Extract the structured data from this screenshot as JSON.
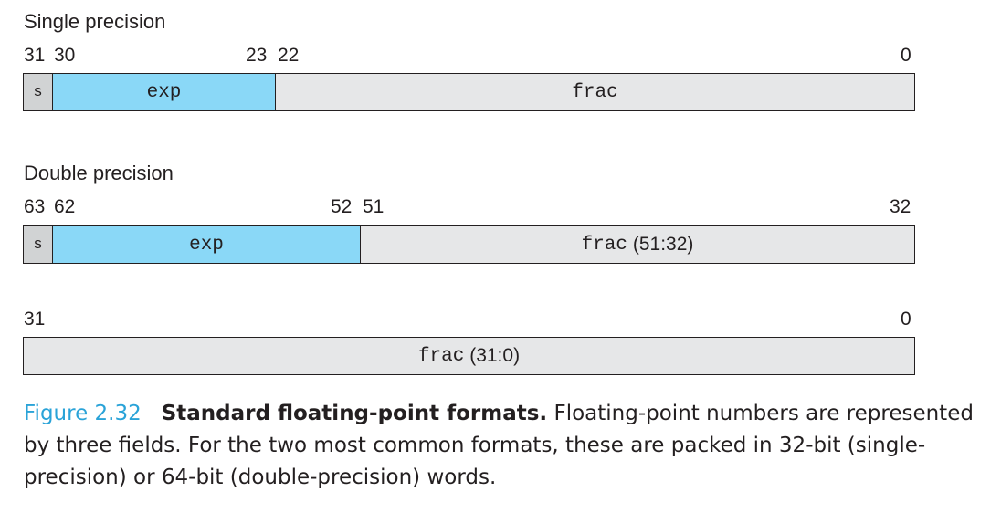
{
  "single": {
    "title": "Single precision",
    "bits": [
      "31",
      "30",
      "23",
      "22",
      "0"
    ],
    "fields": {
      "s": "s",
      "exp": "exp",
      "frac": "frac"
    }
  },
  "double": {
    "title": "Double precision",
    "bits_hi": [
      "63",
      "62",
      "52",
      "51",
      "32"
    ],
    "fields_hi": {
      "s": "s",
      "exp": "exp",
      "frac": "frac",
      "frac_range": "(51:32)"
    },
    "bits_lo": [
      "31",
      "0"
    ],
    "fields_lo": {
      "frac": "frac",
      "frac_range": "(31:0)"
    }
  },
  "caption": {
    "label": "Figure 2.32",
    "title": "Standard floating-point formats.",
    "text": "Floating-point numbers are represented by three fields. For the two most common formats, these are packed in 32-bit (single-precision) or 64-bit (double-precision) words."
  },
  "colors": {
    "sign": "#d1d3d4",
    "exp": "#8ad8f7",
    "frac": "#e6e7e8",
    "figure_label": "#2aa3d8"
  }
}
